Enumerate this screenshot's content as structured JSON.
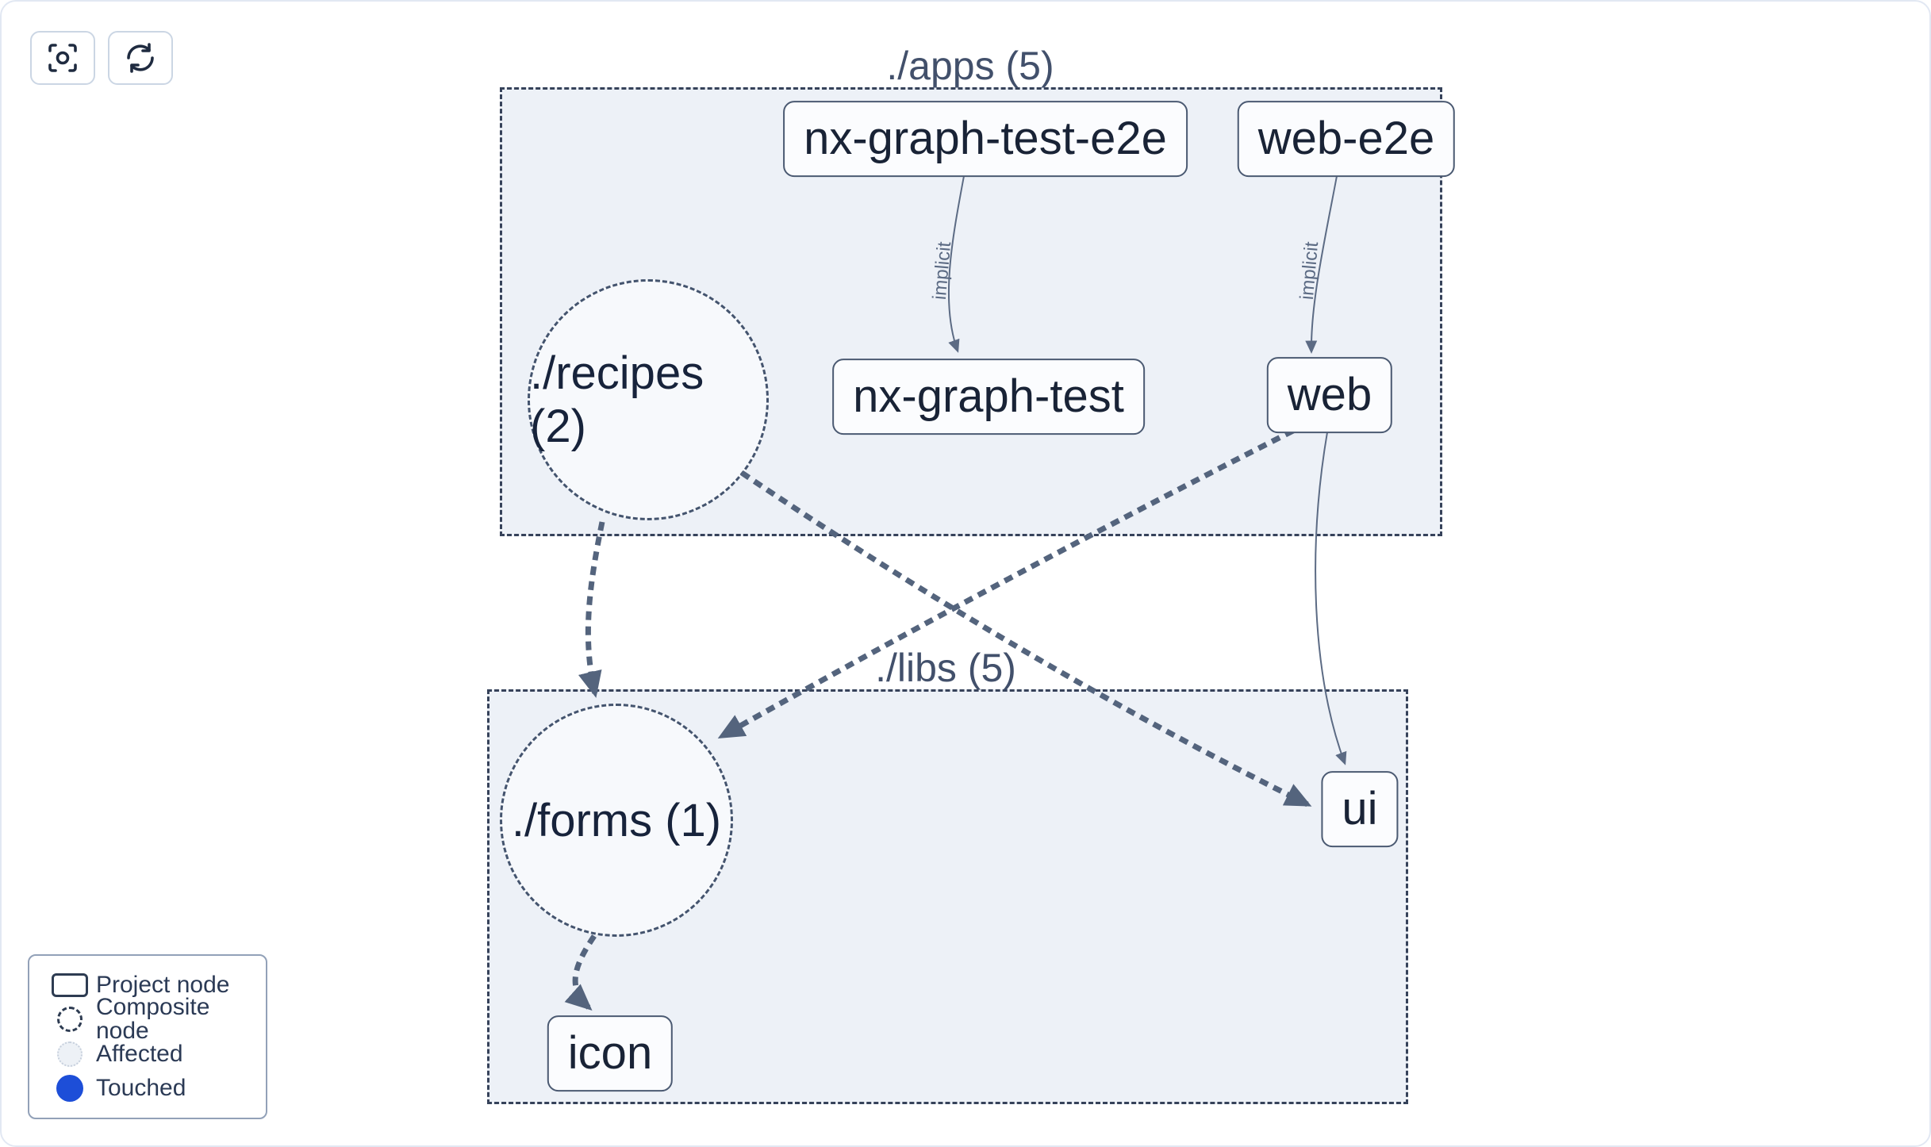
{
  "toolbar": {
    "icons": [
      "focus-target-icon",
      "refresh-icon"
    ]
  },
  "graph": {
    "groups": [
      {
        "title": "./apps (5)"
      },
      {
        "title": "./libs (5)"
      }
    ],
    "nodes": [
      {
        "label": "nx-graph-test-e2e",
        "type": "project"
      },
      {
        "label": "web-e2e",
        "type": "project"
      },
      {
        "label": "nx-graph-test",
        "type": "project"
      },
      {
        "label": "web",
        "type": "project"
      },
      {
        "label": "./recipes (2)",
        "type": "composite"
      },
      {
        "label": "./forms (1)",
        "type": "composite"
      },
      {
        "label": "ui",
        "type": "project"
      },
      {
        "label": "icon",
        "type": "project"
      }
    ],
    "edges": [
      {
        "from": "nx-graph-test-e2e",
        "to": "nx-graph-test",
        "label": "implicit",
        "style": "solid"
      },
      {
        "from": "web-e2e",
        "to": "web",
        "label": "implicit",
        "style": "solid"
      },
      {
        "from": "./recipes (2)",
        "to": "./forms (1)",
        "label": "",
        "style": "dashed"
      },
      {
        "from": "./recipes (2)",
        "to": "ui",
        "label": "",
        "style": "dashed"
      },
      {
        "from": "web",
        "to": "./forms (1)",
        "label": "",
        "style": "dashed"
      },
      {
        "from": "web",
        "to": "ui",
        "label": "",
        "style": "solid"
      },
      {
        "from": "./forms (1)",
        "to": "icon",
        "label": "",
        "style": "dashed"
      }
    ]
  },
  "legend": {
    "items": [
      {
        "label": "Project node",
        "swatch": "project-rect"
      },
      {
        "label": "Composite node",
        "swatch": "dashed-circle"
      },
      {
        "label": "Affected",
        "swatch": "affected-circle"
      },
      {
        "label": "Touched",
        "swatch": "touched-circle"
      }
    ]
  },
  "colors": {
    "touched_blue": "#1d4ed8",
    "group_fill": "#edf1f7",
    "group_border": "#36425a",
    "edge": "#54647d",
    "node_border": "#4b5a72",
    "node_text": "#192336",
    "title_text": "#42506b"
  }
}
